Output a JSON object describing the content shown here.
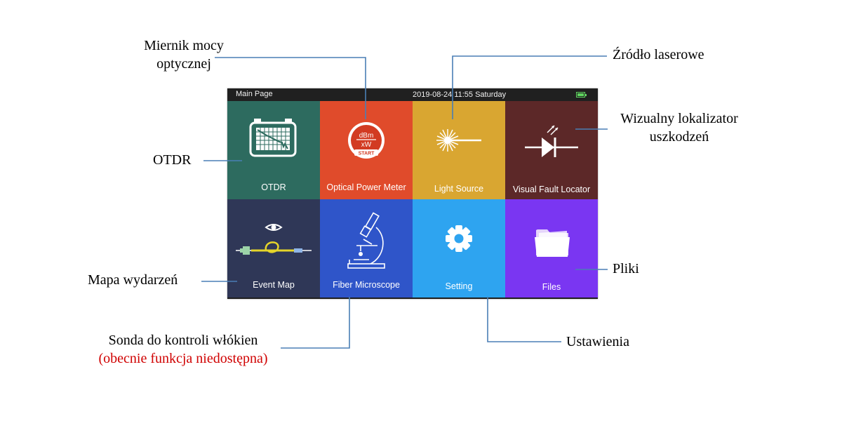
{
  "status_bar": {
    "title": "Main Page",
    "datetime": "2019-08-24 11:55  Saturday",
    "battery_icon": "battery-icon"
  },
  "tiles": [
    {
      "label": "OTDR",
      "color": "#2d6b5f",
      "icon": "otdr-device-icon"
    },
    {
      "label": "Optical Power Meter",
      "color": "#e04b2b",
      "icon": "dbm-xw-start-icon",
      "icon_text": [
        "dBm",
        "xW",
        "START"
      ]
    },
    {
      "label": "Light Source",
      "color": "#d9a631",
      "icon": "laser-burst-icon"
    },
    {
      "label": "Visual Fault Locator",
      "color": "#5c2828",
      "icon": "laser-diode-icon"
    },
    {
      "label": "Event Map",
      "color": "#2f3757",
      "icon": "event-map-icon"
    },
    {
      "label": "Fiber Microscope",
      "color": "#2f55c9",
      "icon": "microscope-icon"
    },
    {
      "label": "Setting",
      "color": "#2ea4f0",
      "icon": "gear-icon"
    },
    {
      "label": "Files",
      "color": "#7a36f2",
      "icon": "folder-icon"
    }
  ],
  "annotations": {
    "power_meter": [
      "Miernik mocy",
      "optycznej"
    ],
    "laser_source": "Źródło laserowe",
    "vfl": [
      "Wizualny lokalizator",
      "uszkodzeń"
    ],
    "otdr": "OTDR",
    "event_map": "Mapa wydarzeń",
    "files": "Pliki",
    "probe": "Sonda do kontroli włókien",
    "probe_note": "(obecnie funkcja niedostępna)",
    "settings": "Ustawienia"
  },
  "colors": {
    "leader_line": "#4a7fb5",
    "note_red": "#d00000"
  }
}
